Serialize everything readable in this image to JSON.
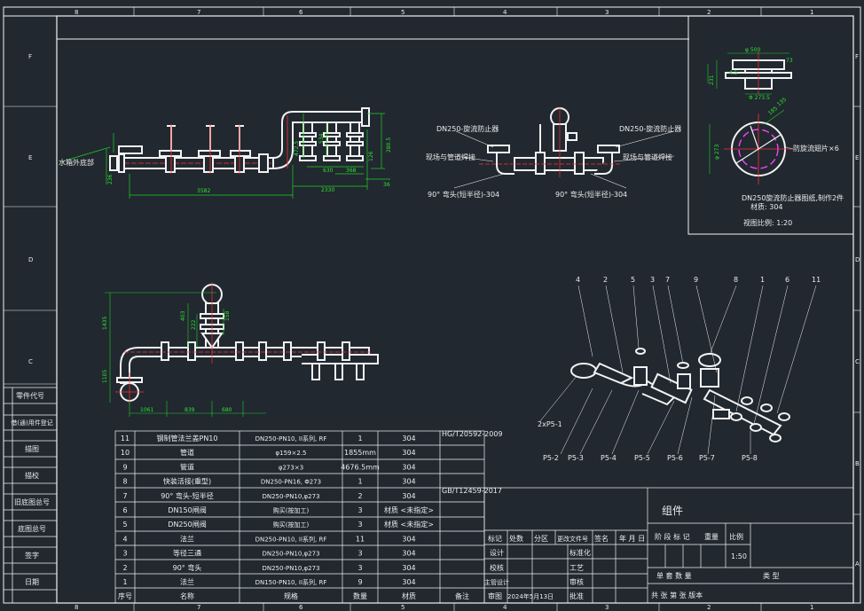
{
  "border": {
    "top_zones": [
      "8",
      "7",
      "6",
      "5",
      "4",
      "3",
      "2",
      "1"
    ],
    "bottom_zones": [
      "8",
      "7",
      "6",
      "5",
      "4",
      "3",
      "2",
      "1"
    ],
    "left_zones": [
      "F",
      "E",
      "D",
      "C",
      "B",
      "A"
    ],
    "right_zones": [
      "F",
      "E",
      "D",
      "C",
      "B",
      "A"
    ]
  },
  "left_strip": [
    "零件代号",
    "借(通)用件登记",
    "描图",
    "描校",
    "旧底图总号",
    "底图总号",
    "签字",
    "日期"
  ],
  "front_view": {
    "callout": "水箱外底部",
    "dims": [
      "3582",
      "2330",
      "630",
      "368",
      "126",
      "36",
      "472.5",
      "280.5",
      "534",
      "236"
    ]
  },
  "detail_view": {
    "labels": [
      "DN250-旋流防止器",
      "DN250-旋流防止器",
      "现场与管道焊接",
      "现场与管道焊接",
      "90° 弯头(短半径)-304",
      "90° 弯头(短半径)-304"
    ]
  },
  "plan_view": {
    "dims": [
      "1435",
      "1105",
      "1061",
      "839",
      "680",
      "403",
      "222",
      "158"
    ]
  },
  "vortex_box": {
    "dims": [
      "φ 500",
      "Φ 273.5",
      "231",
      "73",
      "4.5",
      "185",
      "135",
      "φ 273"
    ],
    "blade_label": "防旋流翅片×6",
    "note_1": "DN250旋流防止器图纸,制作2件",
    "note_2": "材质: 304",
    "scale_note": "视图比例: 1:20"
  },
  "iso_view": {
    "top_balloons": [
      "4",
      "2",
      "5",
      "3",
      "7",
      "9",
      "8",
      "1",
      "6",
      "11"
    ],
    "bottom_labels": [
      "2xP5-1",
      "P5-2",
      "P5-3",
      "P5-4",
      "P5-5",
      "P5-6",
      "P5-7",
      "P5-8"
    ]
  },
  "bom": {
    "rows": [
      {
        "no": "11",
        "name": "钢制管法兰盖PN10",
        "spec": "DN250-PN10, II系列, RF",
        "qty": "1",
        "mat": "304",
        "note": ""
      },
      {
        "no": "10",
        "name": "管道",
        "spec": "φ159×2.5",
        "qty": "1855mm",
        "mat": "304",
        "note": ""
      },
      {
        "no": "9",
        "name": "管道",
        "spec": "φ273×3",
        "qty": "4676.5mm",
        "mat": "304",
        "note": ""
      },
      {
        "no": "8",
        "name": "快装活接(重型)",
        "spec": "DN250-PN16, Φ273",
        "qty": "1",
        "mat": "304",
        "note": ""
      },
      {
        "no": "7",
        "name": "90° 弯头-短半径",
        "spec": "DN250-PN10,φ273",
        "qty": "2",
        "mat": "304",
        "note": ""
      },
      {
        "no": "6",
        "name": "DN150闸阀",
        "spec": "购买(按加工)",
        "qty": "3",
        "mat": "材质 <未指定>",
        "note": ""
      },
      {
        "no": "5",
        "name": "DN250闸阀",
        "spec": "购买(按加工)",
        "qty": "3",
        "mat": "材质 <未指定>",
        "note": ""
      },
      {
        "no": "4",
        "name": "法兰",
        "spec": "DN250-PN10, II系列, RF",
        "qty": "11",
        "mat": "304",
        "note": ""
      },
      {
        "no": "3",
        "name": "等径三通",
        "spec": "DN250-PN10,φ273",
        "qty": "3",
        "mat": "304",
        "note": ""
      },
      {
        "no": "2",
        "name": "90° 弯头",
        "spec": "DN250-PN10,φ273",
        "qty": "3",
        "mat": "304",
        "note": ""
      },
      {
        "no": "1",
        "name": "法兰",
        "spec": "DN150-PN10, II系列, RF",
        "qty": "9",
        "mat": "304",
        "note": ""
      }
    ],
    "header": {
      "no": "序号",
      "name": "名称",
      "spec": "规格",
      "qty": "数量",
      "mat": "材质",
      "note": "备注"
    },
    "std_notes": [
      "HG/T20592-2009",
      "GB/T12459-2017"
    ]
  },
  "title_block": {
    "drawing_name": "组件",
    "rev_header": [
      "标记",
      "处数",
      "分区",
      "更改文件号",
      "签名",
      "年 月 日"
    ],
    "roles": [
      "设计",
      "校核",
      "主管设计",
      "审图"
    ],
    "role_right": [
      "标准化",
      "工艺",
      "审核",
      "批准"
    ],
    "date": "2024年5月13日",
    "stage_label": "阶 段 标 记",
    "weight_label": "重量",
    "scale_label": "比例",
    "scale": "1:50",
    "single_qty": "单 套 数 量",
    "type_label": "类 型",
    "sheets": "共  张  第  张  版本"
  }
}
